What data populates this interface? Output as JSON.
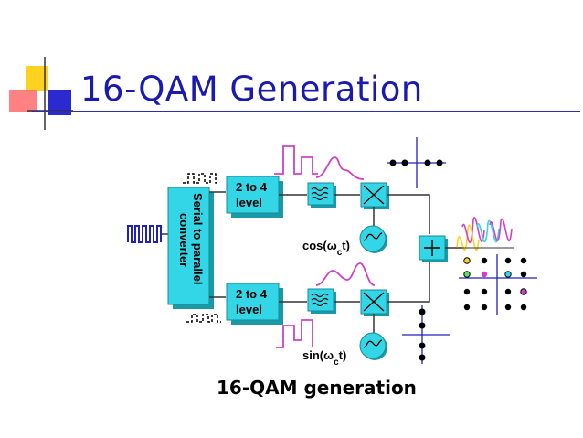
{
  "slide": {
    "title": "16-QAM Generation",
    "caption": "16-QAM generation"
  },
  "diagram": {
    "converter_label_line1": "Serial to parallel",
    "converter_label_line2": "converter",
    "level_top_line1": "2 to 4",
    "level_top_line2": "level",
    "level_bottom_line1": "2 to 4",
    "level_bottom_line2": "level",
    "cos_label": "cos(ω",
    "cos_sub": "c",
    "cos_t": "t)",
    "sin_label": "sin(ω",
    "sin_sub": "c",
    "sin_t": "t)"
  },
  "colors": {
    "block_fill": "#33d6e6",
    "wire": "#333333",
    "title": "#1a1ab0",
    "logo_yellow": "#ffd21f",
    "logo_blue": "#2a2ad0",
    "logo_red": "#ff5a5a",
    "waveform_magenta": "#d040c8",
    "waveform_blue": "#2020c0"
  }
}
